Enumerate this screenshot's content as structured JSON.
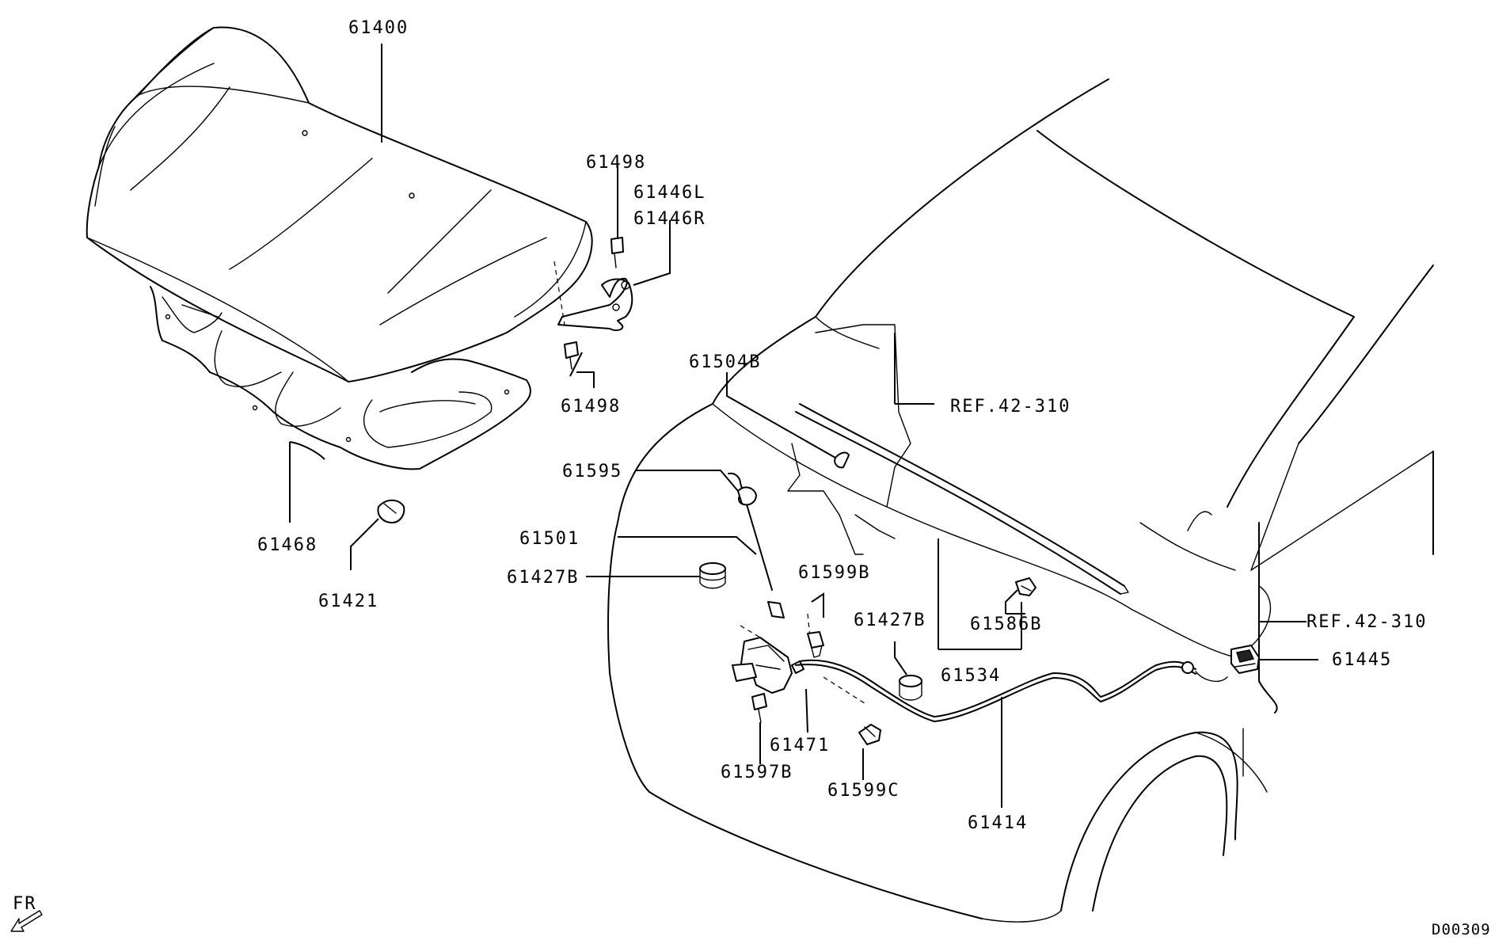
{
  "diagram": {
    "parts": {
      "p61400": "61400",
      "p61498_top": "61498",
      "p61446L": "61446L",
      "p61446R": "61446R",
      "p61498_bottom": "61498",
      "p61504B": "61504B",
      "ref_top": "REF.42-310",
      "p61595": "61595",
      "p61501": "61501",
      "p61427B_left": "61427B",
      "p61468": "61468",
      "p61421": "61421",
      "p61599B": "61599B",
      "p61427B_right": "61427B",
      "p61586B": "61586B",
      "p61534": "61534",
      "ref_right": "REF.42-310",
      "p61445": "61445",
      "p61471": "61471",
      "p61597B": "61597B",
      "p61599C": "61599C",
      "p61414": "61414"
    },
    "orientation_label": "FR",
    "orientation_icon": "front-direction-arrow-icon",
    "diagram_code": "D00309"
  }
}
